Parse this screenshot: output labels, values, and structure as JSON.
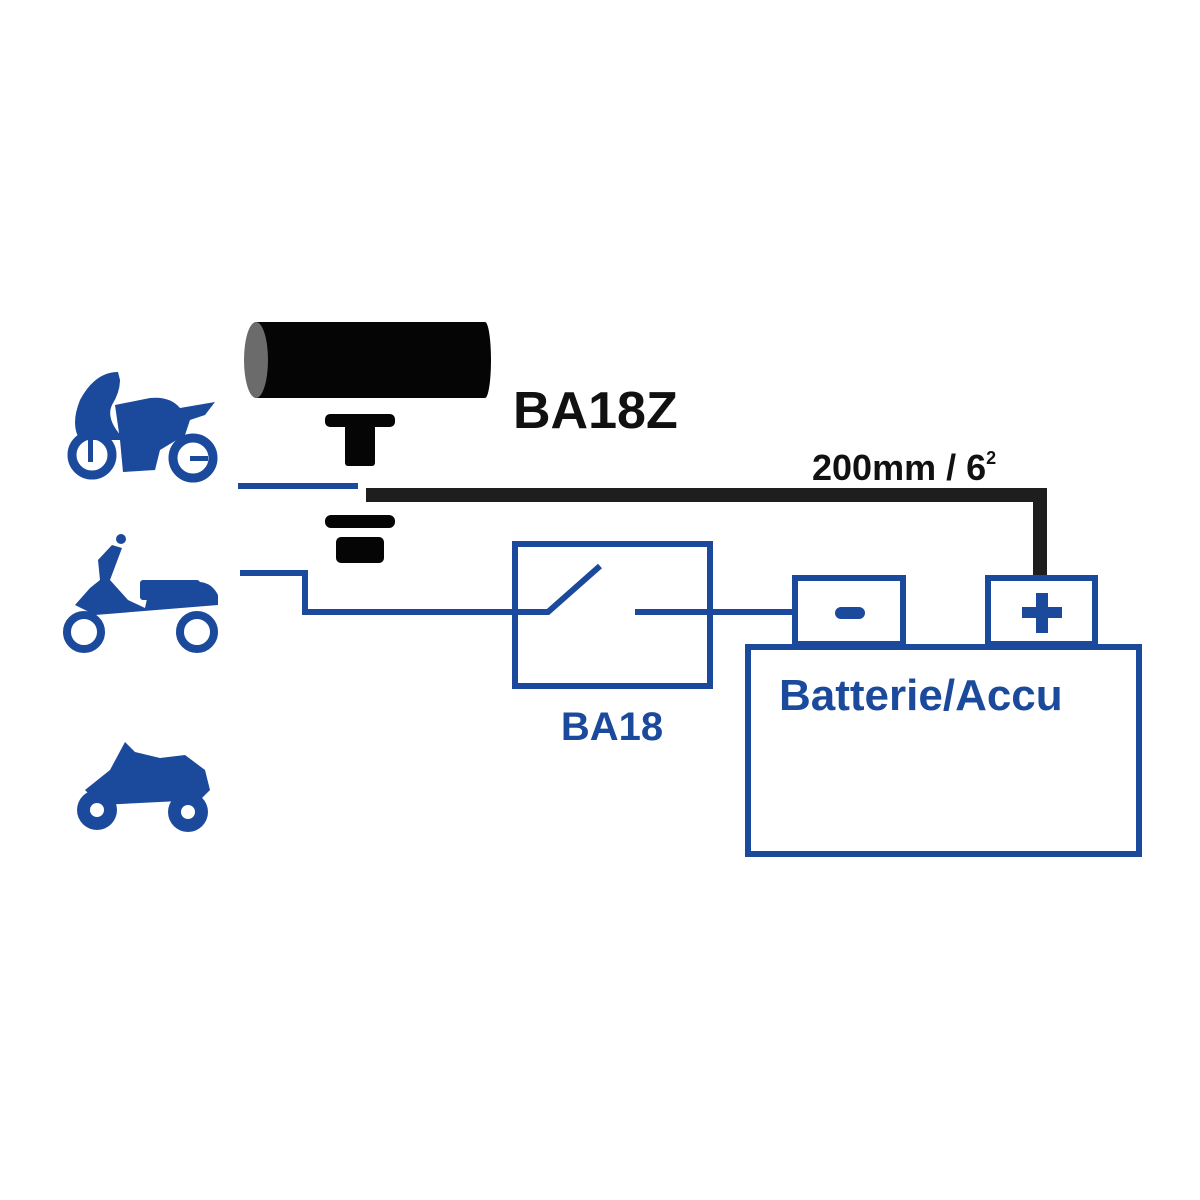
{
  "labels": {
    "relay_model": "BA18Z",
    "cable_spec": "200mm / 6",
    "cable_spec_superscript": "2",
    "switch_model": "BA18",
    "battery": "Batterie/Accu",
    "negative_terminal": "-",
    "positive_terminal": "+"
  },
  "icons": [
    "sport-motorcycle-icon",
    "scooter-icon",
    "quad-atv-icon"
  ],
  "colors": {
    "blue": "#1b4a9c",
    "black": "#111111",
    "cable": "#1e1e1e"
  }
}
